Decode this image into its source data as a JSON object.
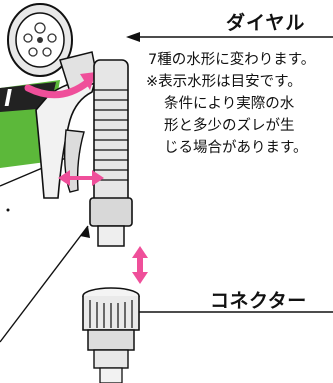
{
  "dial": {
    "title": "ダイヤル",
    "description": "7種の水形に変わります。",
    "note_lines": [
      "※表示水形は目安です。",
      "条件により実際の水",
      "形と多少のズレが生",
      "じる場合があります。"
    ]
  },
  "connector": {
    "title": "コネクター"
  },
  "colors": {
    "accent_pink": "#ef4f9a",
    "badge_green": "#5cb83a"
  }
}
